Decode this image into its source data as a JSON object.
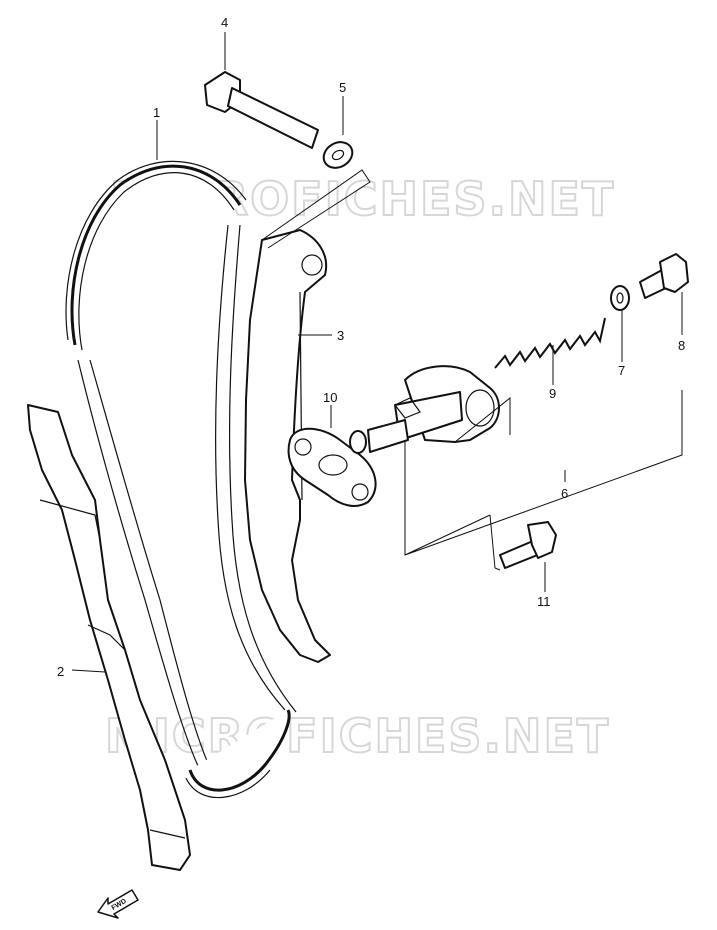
{
  "watermark": "MICROFICHES.NET",
  "fwd_label": "FWD",
  "callouts": {
    "p1": "1",
    "p2": "2",
    "p3": "3",
    "p4": "4",
    "p5": "5",
    "p6": "6",
    "p7": "7",
    "p8": "8",
    "p9": "9",
    "p10": "10",
    "p11": "11"
  }
}
